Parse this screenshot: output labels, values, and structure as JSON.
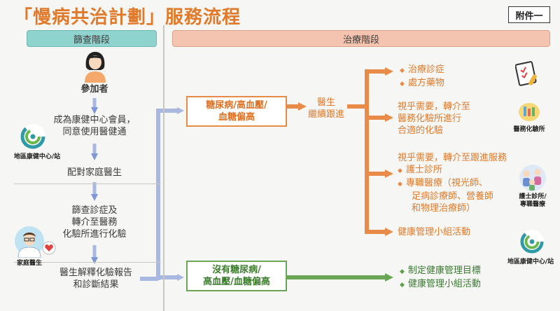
{
  "title": "「慢病共治計劃」服務流程",
  "annex": "附件一",
  "bands": {
    "screening": "篩查階段",
    "treatment": "治療階段"
  },
  "screening": {
    "participant": "參加者",
    "step1": [
      "成為康健中心會員，",
      "同意使用醫健通"
    ],
    "dhc_label": "地區康健中心/站",
    "step2": "配對家庭醫生",
    "step3": [
      "篩查診症及",
      "轉介至醫務",
      "化驗所進行化驗"
    ],
    "family_doctor_label": "家庭醫生",
    "step4": [
      "醫生解釋化驗報告",
      "和診斷結果"
    ]
  },
  "treatment": {
    "positive_box": [
      "糖尿病/高血壓/",
      "血糖偏高"
    ],
    "followup": [
      "醫生",
      "繼續跟進"
    ],
    "branch1": [
      "治療診症",
      "處方藥物"
    ],
    "branch2": [
      "視乎需要，轉介至",
      "醫務化驗所進行",
      "合適的化驗"
    ],
    "lab_label": "醫務化驗所",
    "branch3_title": "視乎需要，轉介至跟進服務",
    "branch3_items": [
      "護士診所",
      "專職醫療（視光師、"
    ],
    "branch3_cont": [
      "足病診療師、營養師",
      "和物理治療師）"
    ],
    "nurse_label": [
      "護士診所/",
      "專職醫療"
    ],
    "branch4": "健康管理小組活動",
    "dhc_label_right": "地區康健中心/站",
    "negative_box": [
      "沒有糖尿病/",
      "高血壓/血糖偏高"
    ],
    "negative_items": [
      "制定健康管理目標",
      "健康管理小組活動"
    ]
  },
  "colors": {
    "orange": "#e98b48",
    "green": "#6ba657",
    "blue": "#a9b8e0",
    "teal": "#8fd3ce"
  }
}
